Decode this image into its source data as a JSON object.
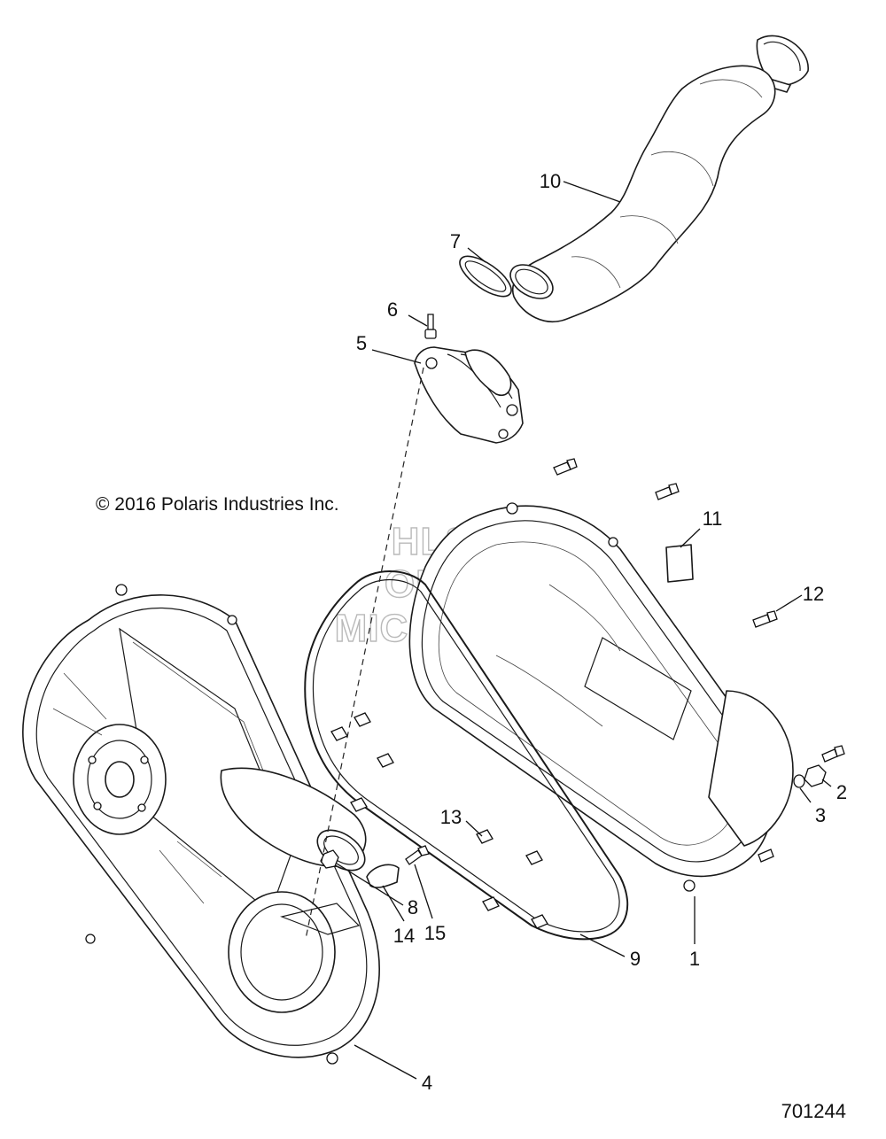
{
  "copyright": "© 2016 Polaris Industries Inc.",
  "figure_id": "701244",
  "watermark": [
    "HLSM",
    "ONLINE",
    "MICROFICHE"
  ],
  "callouts": [
    "1",
    "2",
    "3",
    "4",
    "5",
    "6",
    "7",
    "8",
    "9",
    "10",
    "11",
    "12",
    "13",
    "14",
    "15"
  ]
}
